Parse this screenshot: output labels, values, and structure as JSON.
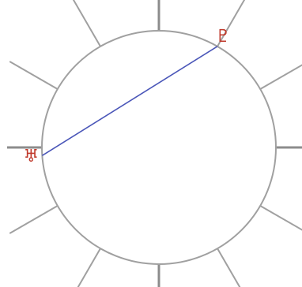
{
  "colors": {
    "background": "#ffffff",
    "circle": "#a0a0a0",
    "house_line": "#a0a0a0",
    "angle_line": "#8c8c8c",
    "planet_glyph": "#c0392b",
    "aspect_line": "#4a56b8"
  },
  "planets": [
    {
      "symbol": "♇",
      "icon": "pluto-glyph-icon",
      "longitude_deg": 60
    },
    {
      "symbol": "♅",
      "icon": "uranus-glyph-icon",
      "longitude_deg": 184
    }
  ],
  "aspects": [
    {
      "from": 0,
      "to": 1,
      "color": "#4a56b8"
    }
  ]
}
